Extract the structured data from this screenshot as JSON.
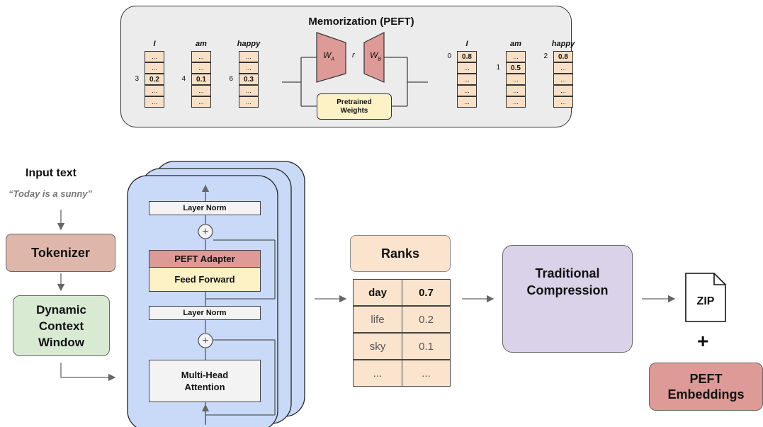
{
  "memorization": {
    "title": "Memorization (PEFT)",
    "left_columns": [
      {
        "label": "I",
        "index": "3",
        "cells": [
          "...",
          "...",
          "0.2",
          "...",
          "..."
        ],
        "strong": 2
      },
      {
        "label": "am",
        "index": "4",
        "cells": [
          "...",
          "...",
          "0.1",
          "...",
          "..."
        ],
        "strong": 2
      },
      {
        "label": "happy",
        "index": "6",
        "cells": [
          "...",
          "...",
          "0.3",
          "...",
          "..."
        ],
        "strong": 2
      }
    ],
    "right_columns": [
      {
        "label": "I",
        "index": "0",
        "cells": [
          "0.8",
          "...",
          "...",
          "...",
          "..."
        ],
        "strong": 0
      },
      {
        "label": "am",
        "index": "1",
        "cells": [
          "...",
          "0.5",
          "...",
          "...",
          "..."
        ],
        "strong": 1
      },
      {
        "label": "happy",
        "index": "2",
        "cells": [
          "0.8",
          "...",
          "...",
          "...",
          "..."
        ],
        "strong": 0
      }
    ],
    "wa_main": "W",
    "wa_sub": "A",
    "wb_main": "W",
    "wb_sub": "B",
    "rank_symbol": "r",
    "pretrained": "Pretrained Weights"
  },
  "input": {
    "title": "Input text",
    "example": "“Today is a sunny”"
  },
  "tokenizer": "Tokenizer",
  "context_window": "Dynamic Context Window",
  "transformer": {
    "layer_norm_top": "Layer Norm",
    "peft_adapter": "PEFT Adapter",
    "feed_forward": "Feed Forward",
    "layer_norm_mid": "Layer Norm",
    "attention": "Multi-Head Attention",
    "plus": "+"
  },
  "ranks": {
    "title": "Ranks",
    "rows": [
      {
        "token": "day",
        "value": "0.7"
      },
      {
        "token": "life",
        "value": "0.2"
      },
      {
        "token": "sky",
        "value": "0.1"
      },
      {
        "token": "...",
        "value": "..."
      }
    ]
  },
  "compression": {
    "title": "Traditional Compression",
    "icon": "gears-icon"
  },
  "zip": {
    "label": "ZIP",
    "icon": "zip-file-icon"
  },
  "plus": "+",
  "peft_embeddings": "PEFT Embeddings",
  "colors": {
    "tokenizer": "#deb7aa",
    "context": "#d9ead3",
    "transformer": "#c9daf8",
    "adapter": "#dd9a96",
    "feed_forward": "#fdf1c6",
    "ranks_header": "#fbe4cd",
    "compression": "#d9d2e9",
    "embeddings": "#dd9a96",
    "memorization_bg": "#ececec"
  }
}
